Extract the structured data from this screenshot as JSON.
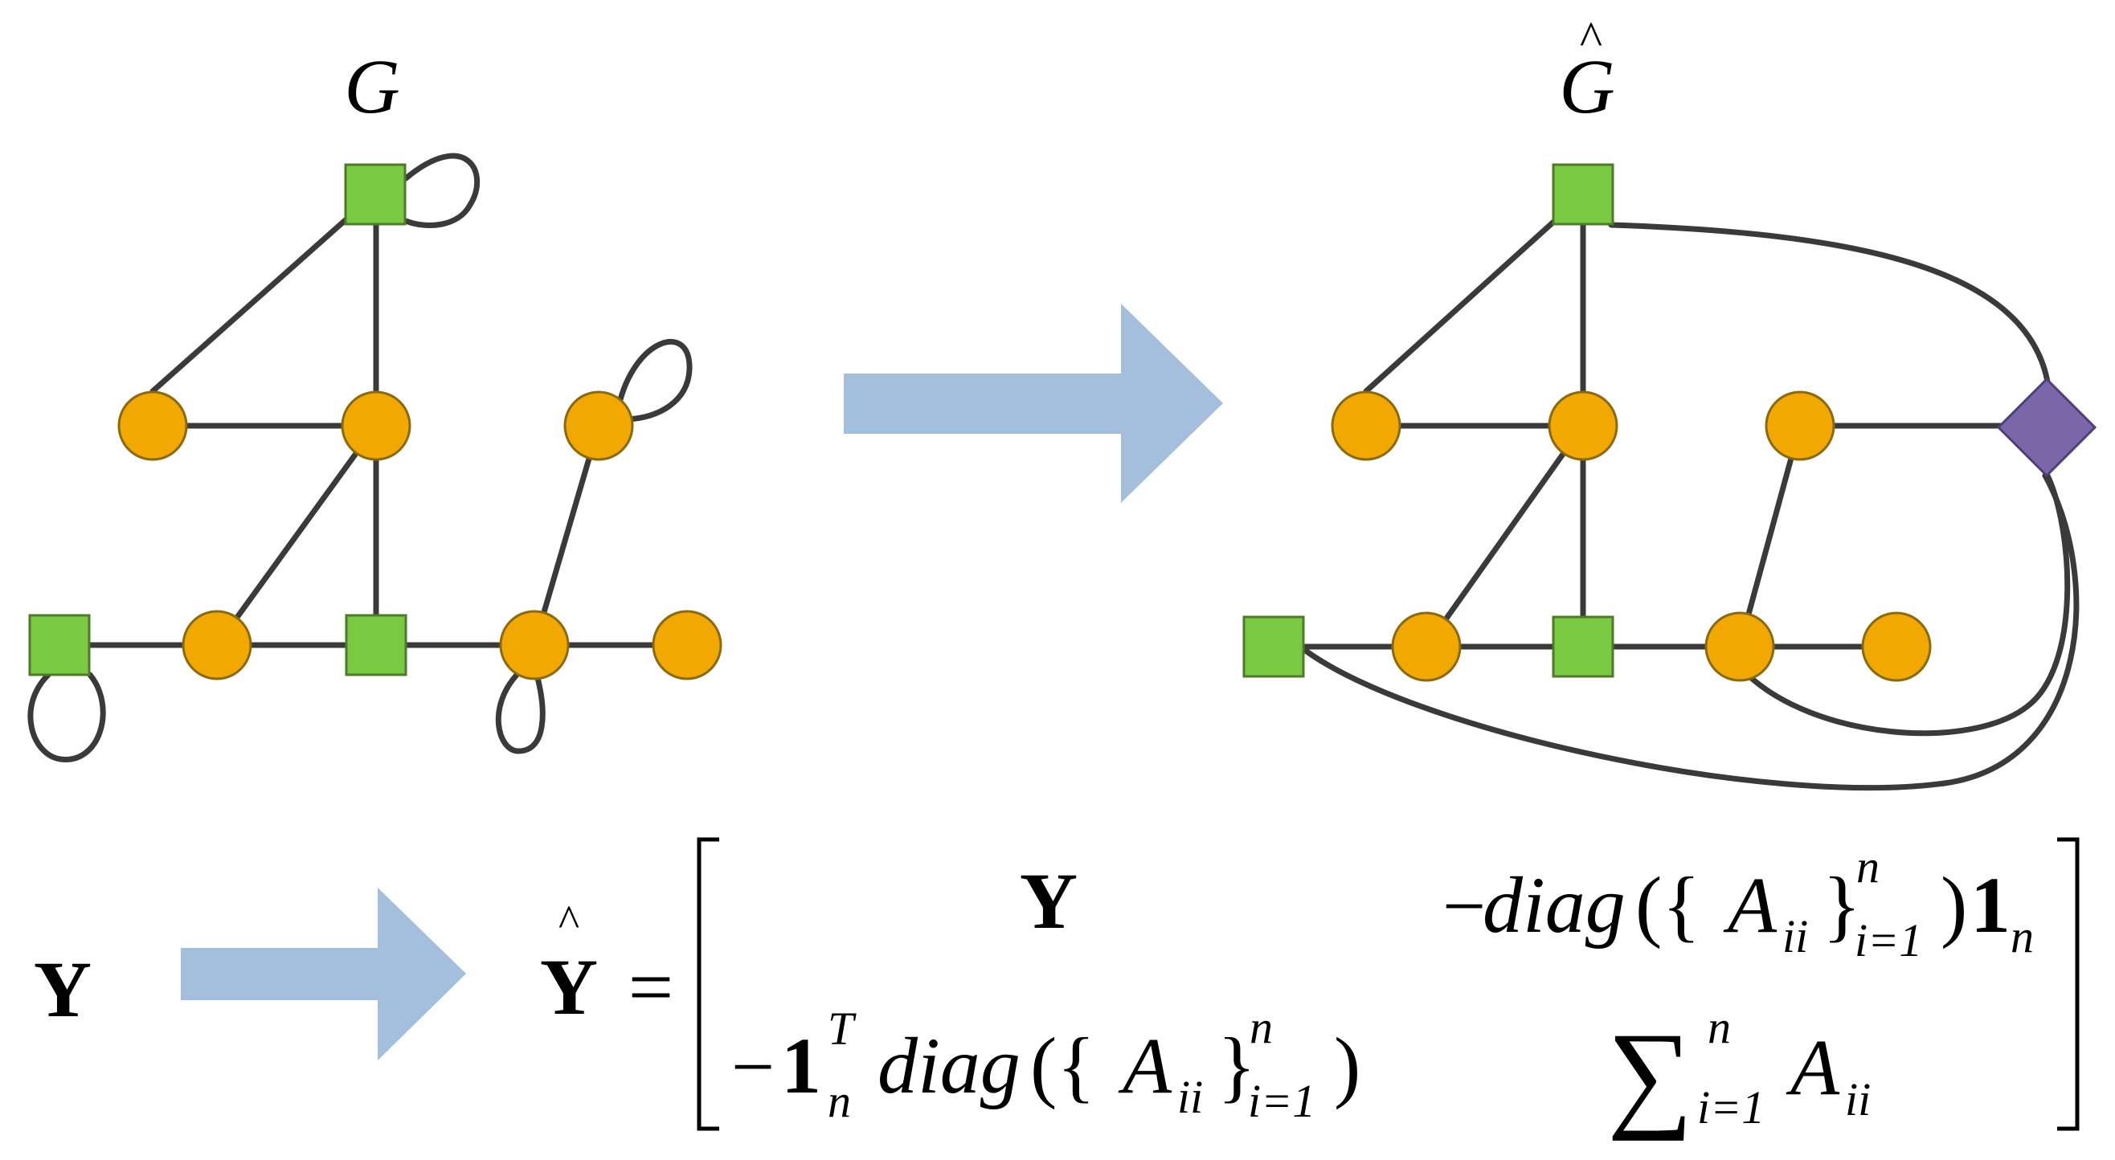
{
  "colors": {
    "variable_node": "#f1a800",
    "variable_node_stroke": "#8a6a10",
    "factor_node": "#7ac943",
    "factor_node_stroke": "#4d7a2b",
    "new_node": "#7a66a8",
    "new_node_stroke": "#4e3f78",
    "edge": "#3a3a3a",
    "arrow": "#a4bfdc"
  },
  "graph_left": {
    "label": "G"
  },
  "graph_right": {
    "label": "G",
    "label_accent": "^"
  },
  "equation": {
    "lhs": "Y",
    "result_symbol": "Y",
    "result_accent": "^",
    "equals": "=",
    "m11": "Y",
    "m12_minus": "−",
    "m12_func": "diag",
    "m12_open": "({",
    "m12_var": "A",
    "m12_sub": "ii",
    "m12_close_brace": "}",
    "m12_sup": "n",
    "m12_lower": "i=1",
    "m12_close": ")",
    "m12_one": "1",
    "m12_one_sub": "n",
    "m21_minus": "−",
    "m21_one": "1",
    "m21_one_sup": "T",
    "m21_one_sub": "n",
    "m21_func": "diag",
    "m21_open": "({",
    "m21_var": "A",
    "m21_sub": "ii",
    "m21_close_brace": "}",
    "m21_sup": "n",
    "m21_lower": "i=1",
    "m21_close": ")",
    "m22_sum": "∑",
    "m22_sup": "n",
    "m22_lower": "i=1",
    "m22_var": "A",
    "m22_sub": "ii"
  }
}
